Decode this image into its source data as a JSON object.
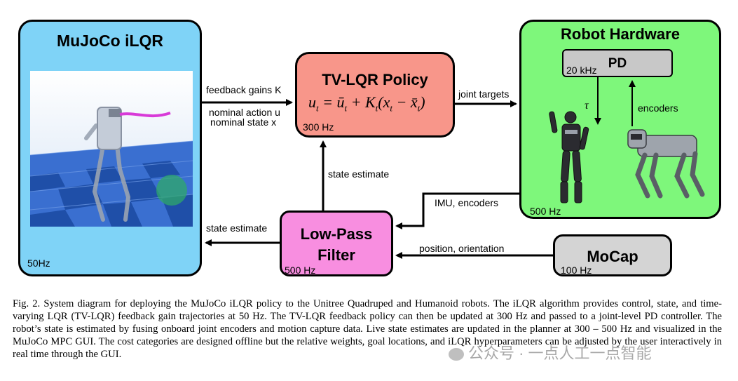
{
  "nodes": {
    "mujoco": {
      "title": "MuJoCo iLQR",
      "rate": "50Hz",
      "color": "#7fd3f7"
    },
    "tvlqr": {
      "title": "TV-LQR Policy",
      "rate": "300 Hz",
      "color": "#f8968a"
    },
    "robot": {
      "title": "Robot Hardware",
      "rate": "500 Hz",
      "color": "#7ef77b"
    },
    "pd": {
      "title": "PD",
      "rate": "20 kHz",
      "color": "#c8c8c8"
    },
    "lpf": {
      "title_line1": "Low-Pass",
      "title_line2": "Filter",
      "rate": "500 Hz",
      "color": "#f88ee0"
    },
    "mocap": {
      "title": "MoCap",
      "rate": "100 Hz",
      "color": "#d4d4d4"
    }
  },
  "edges": {
    "feedback_gains": "feedback gains K",
    "nominal_action": "nominal action u",
    "nominal_state": "nominal state x",
    "joint_targets": "joint targets",
    "tau": "τ",
    "encoders": "encoders",
    "state_estimate_up": "state estimate",
    "imu_encoders": "IMU, encoders",
    "state_estimate_left": "state estimate",
    "position_orientation": "position, orientation"
  },
  "caption": "Fig. 2.   System diagram for deploying the MuJoCo iLQR policy to the Unitree Quadruped and Humanoid robots. The iLQR algorithm provides control, state, and time-varying LQR (TV-LQR) feedback gain trajectories at 50 Hz. The TV-LQR feedback policy can then be updated at 300 Hz and passed to a joint-level PD controller. The robot’s state is estimated by fusing onboard joint encoders and motion capture data. Live state estimates are updated in the planner at 300 – 500 Hz and visualized in the MuJoCo MPC GUI. The cost categories are designed offline but the relative weights, goal locations, and iLQR hyperparameters can be adjusted by the user interactively in real time through the GUI.",
  "watermark": "公众号 · 一点人工一点智能"
}
